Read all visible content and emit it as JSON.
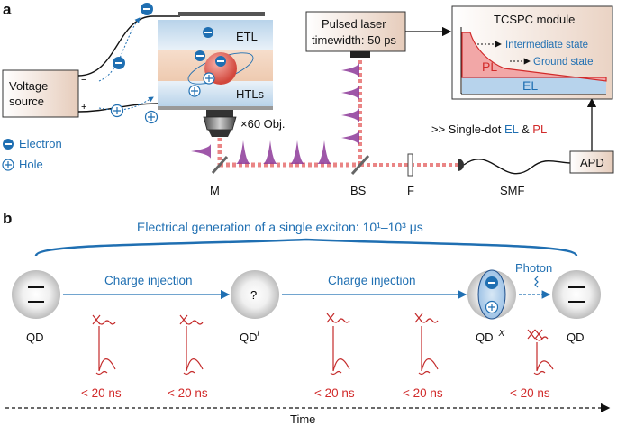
{
  "panel_a": {
    "label": "a",
    "voltage_source": {
      "line1": "Voltage",
      "line2": "source",
      "minus": "−",
      "plus": "+"
    },
    "layers": {
      "etl": "ETL",
      "htl": "HTLs"
    },
    "objective": "×60 Obj.",
    "legend": {
      "electron": "Electron",
      "hole": "Hole"
    },
    "laser": {
      "line1": "Pulsed laser",
      "line2": "timewidth: 50 ps"
    },
    "tcspc": {
      "title": "TCSPC module",
      "intermediate": "Intermediate state",
      "ground": "Ground state",
      "pl": "PL",
      "el": "EL"
    },
    "caption": {
      "prefix": ">> Single-dot ",
      "el": "EL",
      "amp": " & ",
      "pl": "PL"
    },
    "components": {
      "m": "M",
      "bs": "BS",
      "f": "F",
      "smf": "SMF",
      "apd": "APD"
    }
  },
  "panel_b": {
    "label": "b",
    "title": "Electrical generation of a single exciton: 10¹–10³ μs",
    "charge_injection_1": "Charge injection",
    "charge_injection_2": "Charge injection",
    "photon": "Photon",
    "states": {
      "qd1": "QD",
      "qd_i": "QD",
      "qd_i_sup": "i",
      "qd_x": "QD",
      "qd_x_sup": "X",
      "qd_end": "QD"
    },
    "question": "?",
    "durations": [
      "< 20 ns",
      "< 20 ns",
      "< 20 ns",
      "< 20 ns",
      "< 20 ns"
    ],
    "time_axis": "Time"
  },
  "colors": {
    "blue": "#1f6fb2",
    "red": "#d12a2a",
    "purple": "#8e3a9a",
    "beam": "#e77070"
  }
}
